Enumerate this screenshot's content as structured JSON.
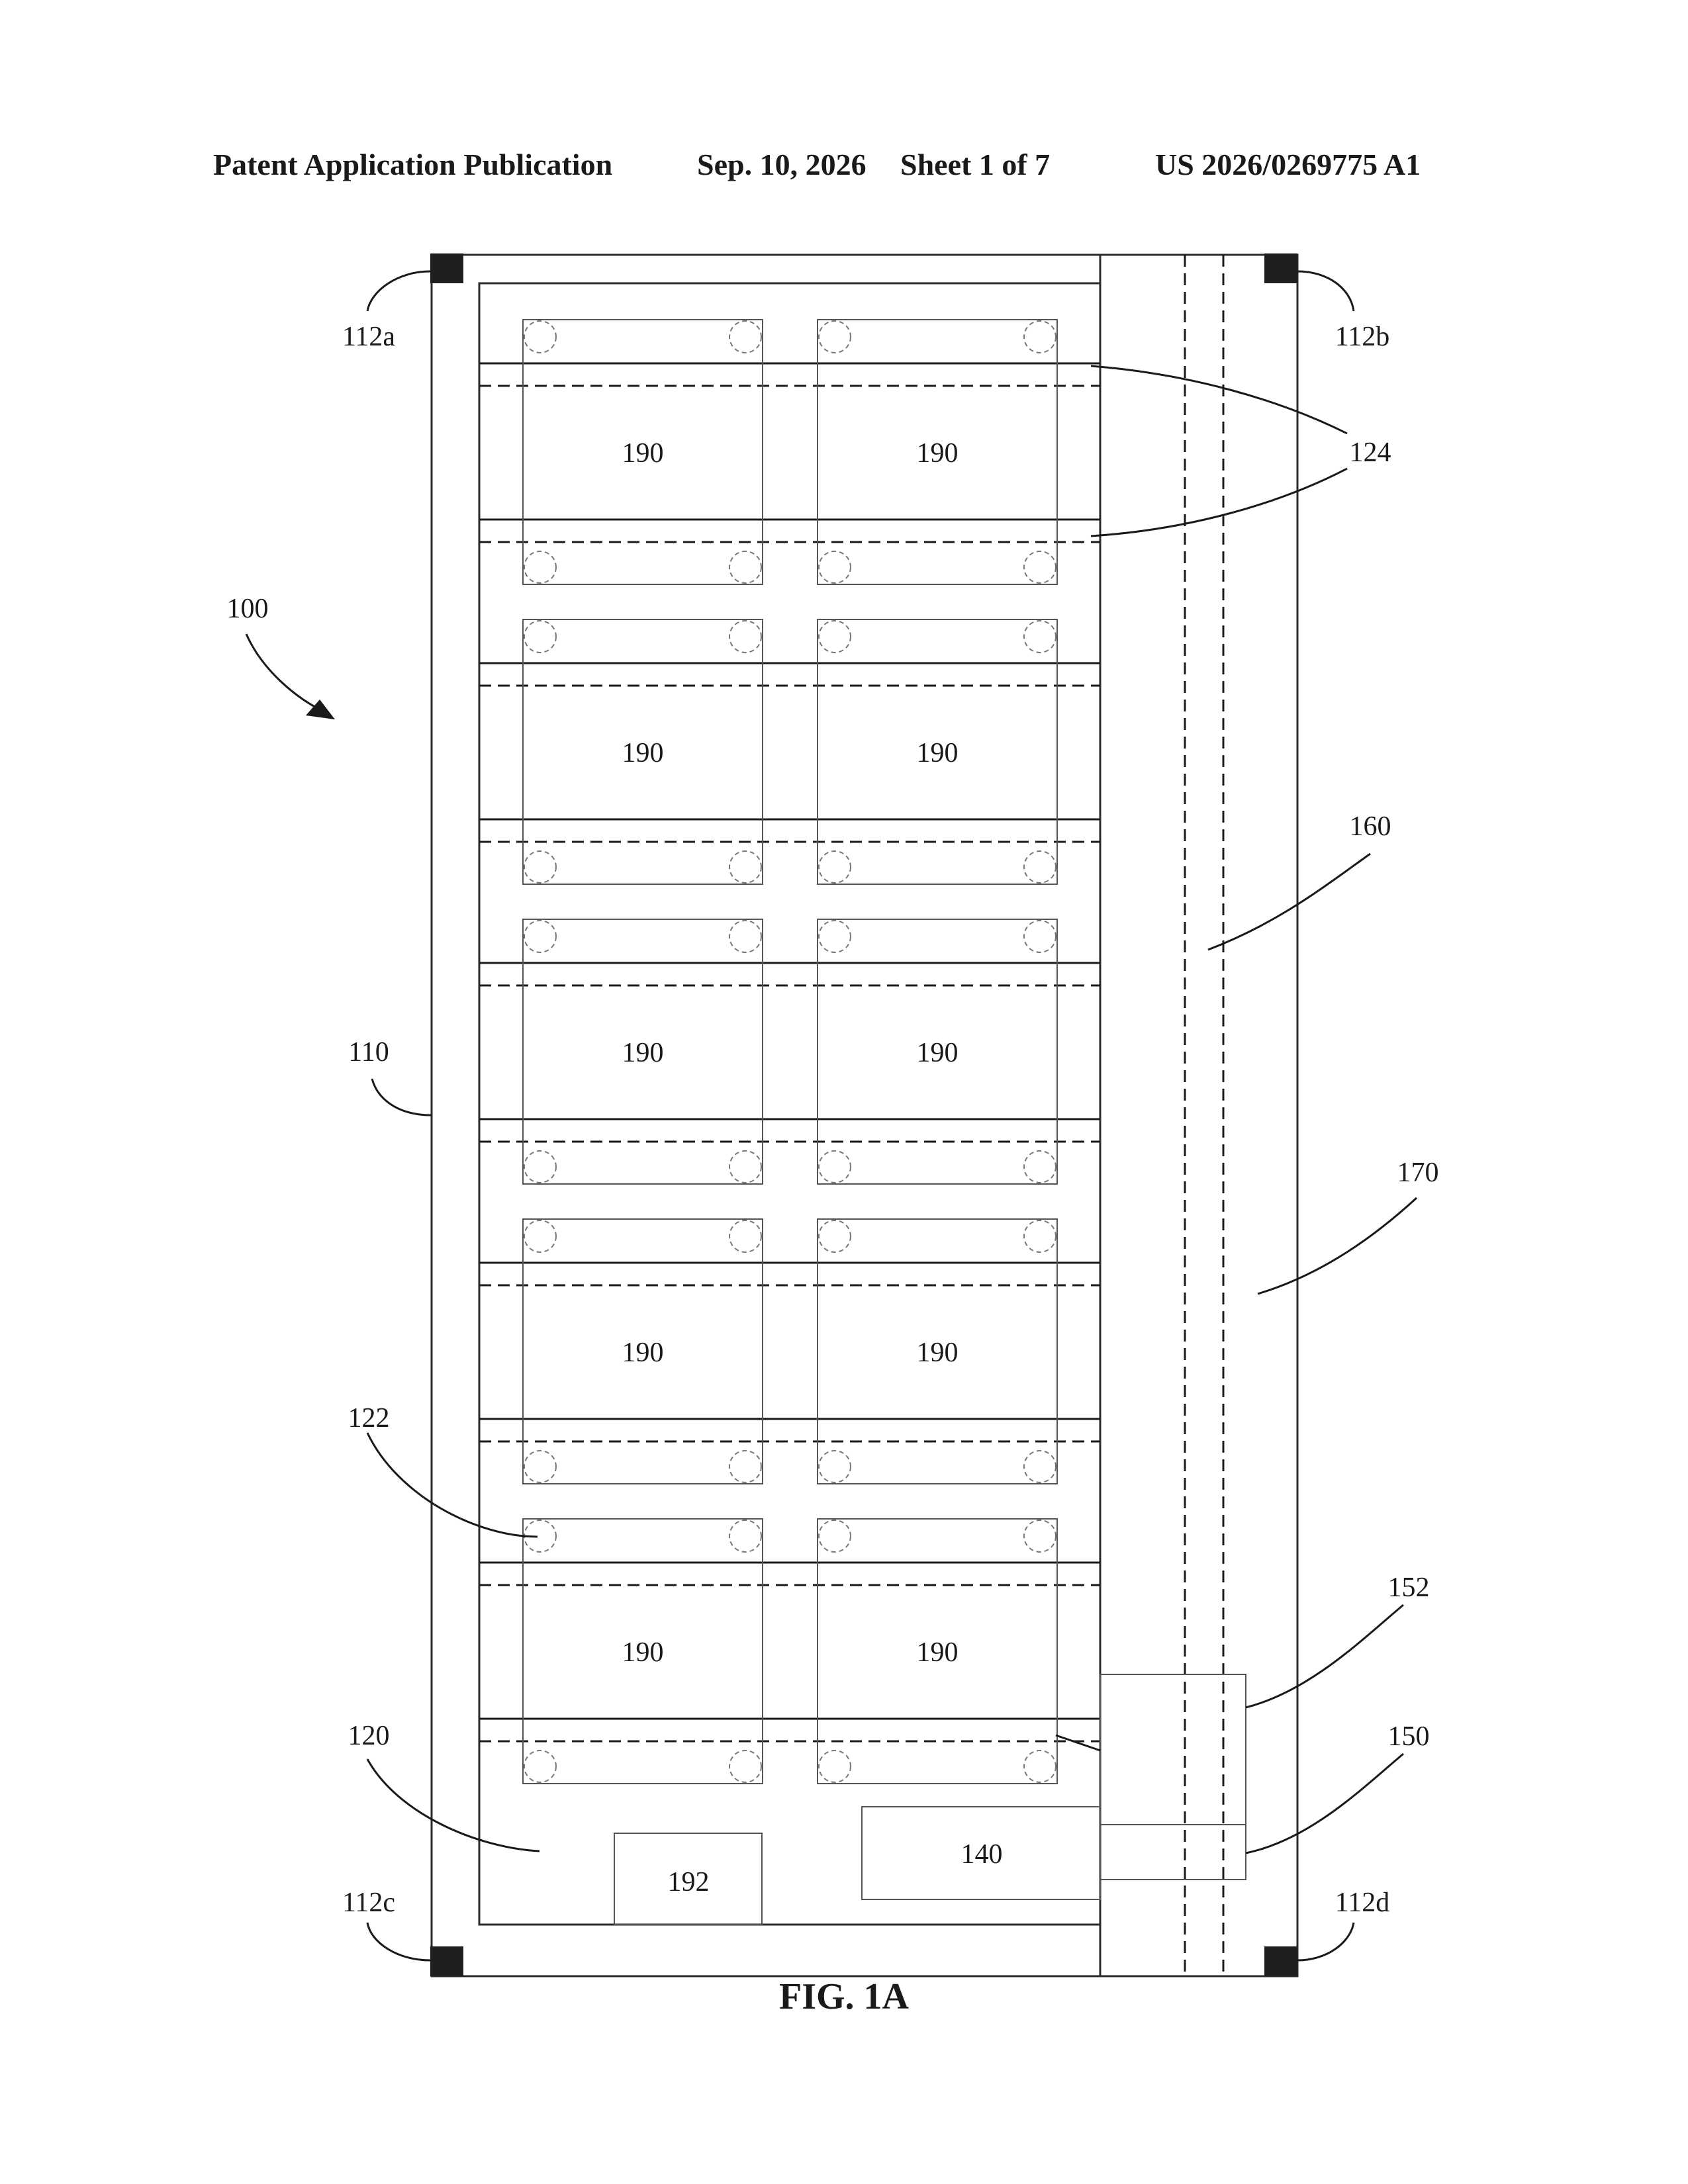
{
  "header": {
    "publication": "Patent Application Publication",
    "date": "Sep. 10, 2026",
    "sheet": "Sheet 1 of 7",
    "number": "US 2026/0269775 A1"
  },
  "figure": {
    "caption": "FIG. 1A",
    "labels": {
      "ref_100": "100",
      "ref_110": "110",
      "ref_112a": "112a",
      "ref_112b": "112b",
      "ref_112c": "112c",
      "ref_112d": "112d",
      "ref_120": "120",
      "ref_122": "122",
      "ref_124": "124",
      "ref_140": "140",
      "ref_150": "150",
      "ref_152": "152",
      "ref_160": "160",
      "ref_170": "170",
      "ref_192": "192"
    },
    "module_label": "190",
    "module_grid": {
      "rows": 5,
      "columns": 2
    }
  }
}
